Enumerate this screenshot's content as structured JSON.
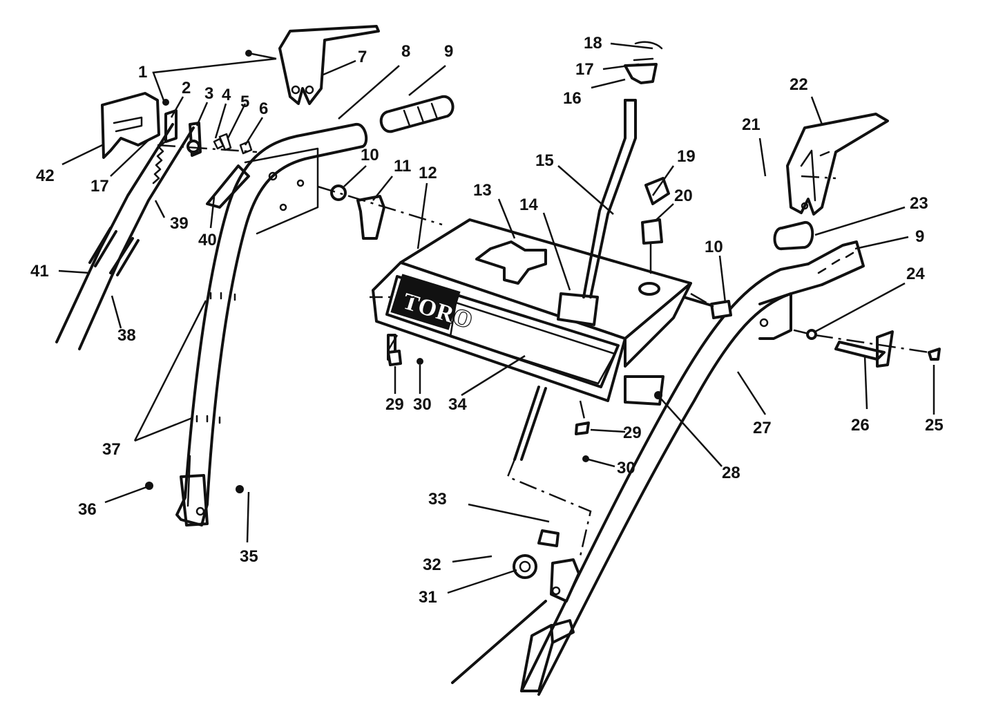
{
  "brand": "TORO",
  "callouts": {
    "c1": "1",
    "c2": "2",
    "c3": "3",
    "c4": "4",
    "c5": "5",
    "c6": "6",
    "c7": "7",
    "c8": "8",
    "c9a": "9",
    "c9b": "9",
    "c10a": "10",
    "c10b": "10",
    "c11": "11",
    "c12": "12",
    "c13": "13",
    "c14": "14",
    "c15": "15",
    "c16": "16",
    "c17a": "17",
    "c17b": "17",
    "c18": "18",
    "c19": "19",
    "c20": "20",
    "c21": "21",
    "c22": "22",
    "c23": "23",
    "c24": "24",
    "c25": "25",
    "c26": "26",
    "c27": "27",
    "c28": "28",
    "c29a": "29",
    "c29b": "29",
    "c30a": "30",
    "c30b": "30",
    "c31": "31",
    "c32": "32",
    "c33": "33",
    "c34": "34",
    "c35": "35",
    "c36": "36",
    "c37": "37",
    "c38": "38",
    "c39": "39",
    "c40": "40",
    "c41": "41",
    "c42": "42"
  }
}
